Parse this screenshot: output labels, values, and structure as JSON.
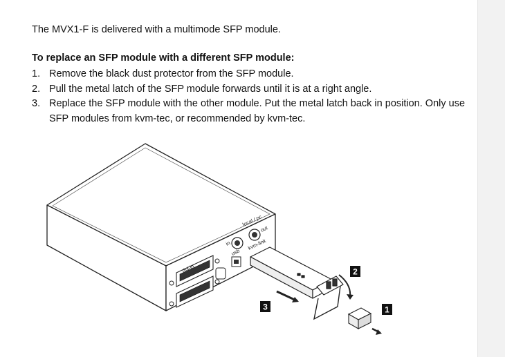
{
  "document": {
    "intro": "The MVX1-F is delivered with a multimode SFP module.",
    "heading": "To replace an SFP module with a different SFP module:",
    "steps": [
      {
        "number": "1.",
        "text": "Remove the black dust protector from the SFP module."
      },
      {
        "number": "2.",
        "text": "Pull the metal latch of the SFP module forwards until it is at a right angle."
      },
      {
        "number": "3.",
        "text": "Replace the SFP module with the other module. Put the metal latch back in position. Only use SFP modules from kvm-tec, or recommended by kvm-tec."
      }
    ]
  },
  "figure": {
    "port_labels": {
      "dvi_in": "dvi-in",
      "usb": "usb",
      "in": "in",
      "out": "out",
      "local_pc": "local / pc",
      "kvm_link": "kvm-link"
    },
    "callouts": {
      "one": "1",
      "two": "2",
      "three": "3"
    }
  }
}
